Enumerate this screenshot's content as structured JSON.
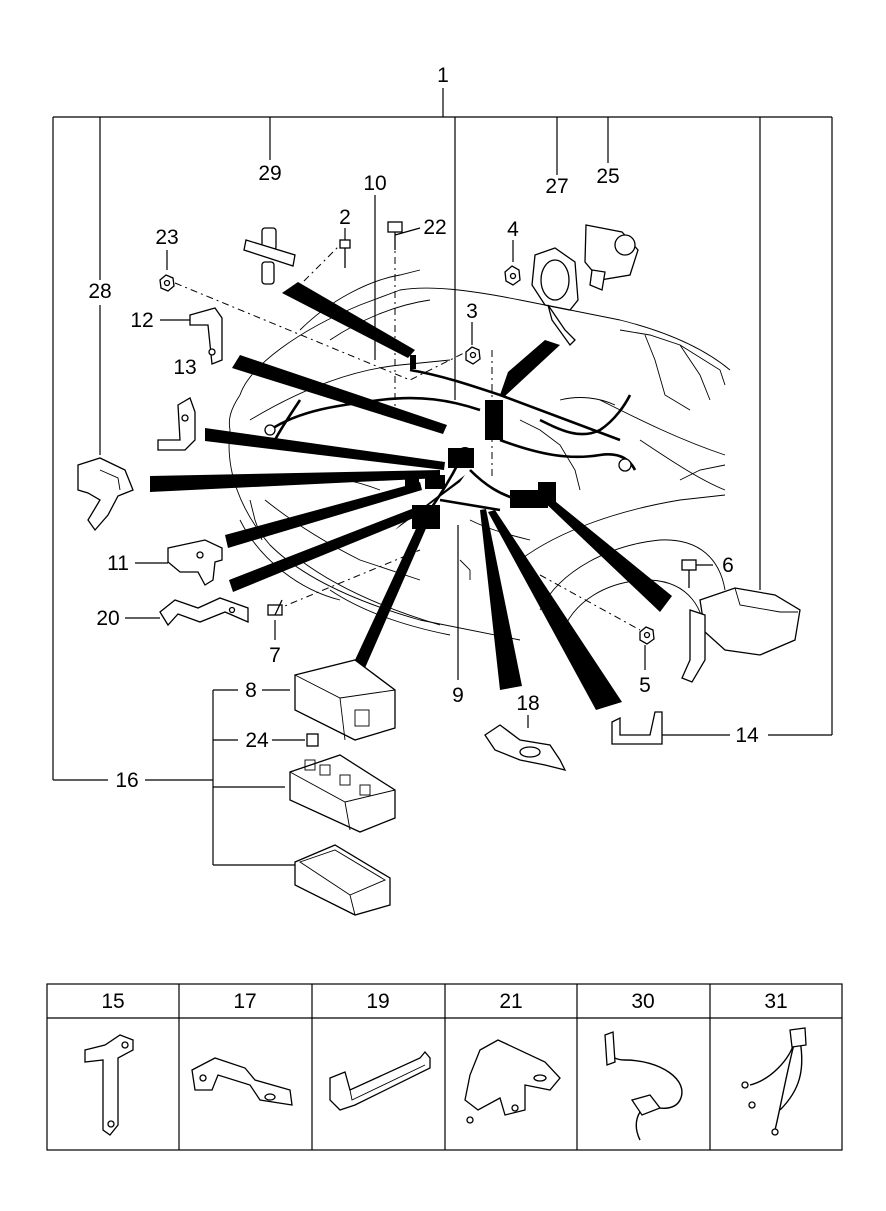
{
  "callouts": [
    "1",
    "2",
    "3",
    "4",
    "5",
    "6",
    "7",
    "8",
    "9",
    "10",
    "11",
    "12",
    "13",
    "14",
    "16",
    "18",
    "20",
    "22",
    "23",
    "24",
    "25",
    "27",
    "28",
    "29"
  ],
  "table": {
    "headers": [
      "15",
      "17",
      "19",
      "21",
      "30",
      "31"
    ],
    "items": [
      {
        "part": "bracket-tall"
      },
      {
        "part": "bracket-offset"
      },
      {
        "part": "bracket-rail"
      },
      {
        "part": "bracket-mount"
      },
      {
        "part": "harness-sensor"
      },
      {
        "part": "harness-ground"
      }
    ]
  }
}
